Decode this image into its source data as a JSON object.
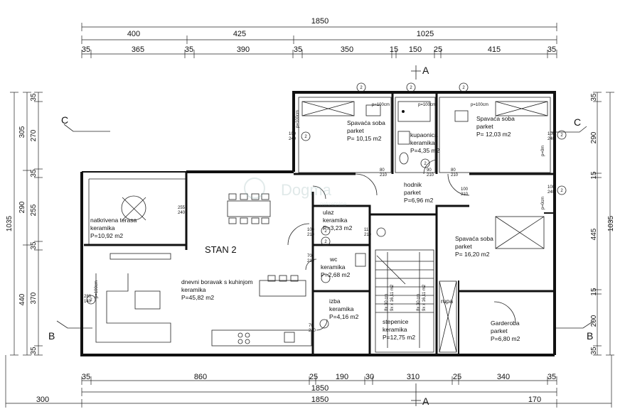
{
  "plan": {
    "apartment_label": "STAN 2",
    "watermark": "Dogma",
    "watermark_sub": "nekretnine",
    "sections": {
      "a_top": "A",
      "a_bottom": "A",
      "b_left": "B",
      "b_right": "B",
      "c_left": "C",
      "c_right": "C"
    },
    "rooms": [
      {
        "id": "spavaca-1",
        "lines": [
          "Spavaća soba",
          "parket",
          "P= 10,15 m2"
        ]
      },
      {
        "id": "kupaonica",
        "lines": [
          "kupaonica",
          "keramika",
          "P=4,35 m2"
        ]
      },
      {
        "id": "spavaca-2",
        "lines": [
          "Spavaća soba",
          "parket",
          "P= 12,03 m2"
        ]
      },
      {
        "id": "hodnik",
        "lines": [
          "hodnik",
          "parket",
          "P=6,96 m2"
        ]
      },
      {
        "id": "terasa",
        "lines": [
          "natkrivena terasa",
          "keramika",
          "P=10,92 m2"
        ]
      },
      {
        "id": "ulaz",
        "lines": [
          "ulaz",
          "keramika",
          "P=3,23 m2"
        ]
      },
      {
        "id": "wc",
        "lines": [
          "wc",
          "keramika",
          "P=2,68 m2"
        ]
      },
      {
        "id": "dnevni",
        "lines": [
          "dnevni boravak s kuhinjom",
          "keramika",
          "P=45,82 m2"
        ]
      },
      {
        "id": "izba",
        "lines": [
          "izba",
          "keramika",
          "P=4,16 m2"
        ]
      },
      {
        "id": "stepenice",
        "lines": [
          "stepenice",
          "keramika",
          "P=12,75 m2"
        ]
      },
      {
        "id": "spavaca-3",
        "lines": [
          "Spavaća soba",
          "parket",
          "P= 16,20 m2"
        ]
      },
      {
        "id": "garderoba",
        "lines": [
          "Garderoba",
          "parket",
          "P=6,80 m2"
        ]
      },
      {
        "id": "rupa",
        "lines": [
          "rupa"
        ]
      }
    ],
    "stair_labels": [
      "8x 30 cm",
      "9x x 16,11 m2",
      "8x 30 cm",
      "9x x 16,11 m2"
    ],
    "dims": {
      "top_total": "1850",
      "top_row2": [
        "400",
        "425",
        "1025"
      ],
      "top_row3": [
        "35",
        "365",
        "35",
        "390",
        "35",
        "350",
        "15",
        "150",
        "25",
        "415",
        "35"
      ],
      "bottom_row1": [
        "35",
        "860",
        "25",
        "190",
        "30",
        "310",
        "25",
        "340",
        "35"
      ],
      "bottom_total_1": "1850",
      "bottom_row3": [
        "300",
        "1850",
        "170"
      ],
      "left_total": "1035",
      "left_outer": [
        "305",
        "290",
        "440"
      ],
      "left_inner": [
        "35",
        "270",
        "35",
        "255",
        "35",
        "370",
        "35"
      ],
      "right_total": "1035",
      "right_inner": [
        "35",
        "290",
        "15",
        "445",
        "15",
        "200",
        "35"
      ]
    },
    "openings": [
      {
        "id": "w1",
        "lines": [
          "100",
          "240"
        ]
      },
      {
        "id": "w2",
        "lines": [
          "255",
          "240"
        ]
      },
      {
        "id": "w3",
        "lines": [
          "280",
          "140"
        ]
      },
      {
        "id": "w4",
        "lines": [
          "100",
          "240"
        ]
      },
      {
        "id": "w5",
        "lines": [
          "100",
          "240"
        ]
      },
      {
        "id": "d1",
        "lines": [
          "80",
          "210"
        ]
      },
      {
        "id": "d2",
        "lines": [
          "90",
          "210"
        ]
      },
      {
        "id": "d3",
        "lines": [
          "80",
          "210"
        ]
      },
      {
        "id": "d4",
        "lines": [
          "100",
          "210"
        ]
      },
      {
        "id": "d5",
        "lines": [
          "100",
          "210"
        ]
      },
      {
        "id": "d6",
        "lines": [
          "110",
          "210"
        ]
      },
      {
        "id": "d7",
        "lines": [
          "70",
          "210"
        ]
      },
      {
        "id": "d8",
        "lines": [
          "70",
          "210"
        ]
      }
    ],
    "window_notes": [
      "p=100cm",
      "p=100cm",
      "p=100cm",
      "p=100cm",
      "p=100cm",
      "p=0m",
      "p=0cm"
    ],
    "window_marks": [
      "2",
      "2",
      "2",
      "2",
      "2",
      "2",
      "2",
      "2",
      "2",
      "2"
    ]
  }
}
